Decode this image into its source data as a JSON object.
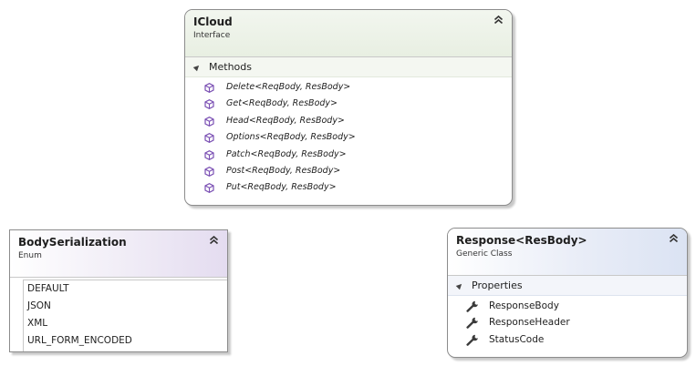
{
  "icloud": {
    "name": "ICloud",
    "stereotype": "Interface",
    "section": "Methods",
    "methods": [
      "Delete<ReqBody, ResBody>",
      "Get<ReqBody, ResBody>",
      "Head<ReqBody, ResBody>",
      "Options<ReqBody, ResBody>",
      "Patch<ReqBody, ResBody>",
      "Post<ReqBody, ResBody>",
      "Put<ReqBody, ResBody>"
    ]
  },
  "body_serialization": {
    "name": "BodySerialization",
    "stereotype": "Enum",
    "values": [
      "DEFAULT",
      "JSON",
      "XML",
      "URL_FORM_ENCODED"
    ]
  },
  "response": {
    "name": "Response<ResBody>",
    "stereotype": "Generic Class",
    "section": "Properties",
    "properties": [
      "ResponseBody",
      "ResponseHeader",
      "StatusCode"
    ]
  },
  "colors": {
    "method_icon": "#7a4fb3",
    "property_icon": "#3a3a3a",
    "interface_header": "#e8efe2",
    "enum_header": "#e4dcf0",
    "class_header": "#dbe3f3"
  },
  "icons": {
    "collapse": "double-chevron-up-icon",
    "method": "cube-method-icon",
    "property": "wrench-icon",
    "expander": "triangle-expander-icon"
  }
}
